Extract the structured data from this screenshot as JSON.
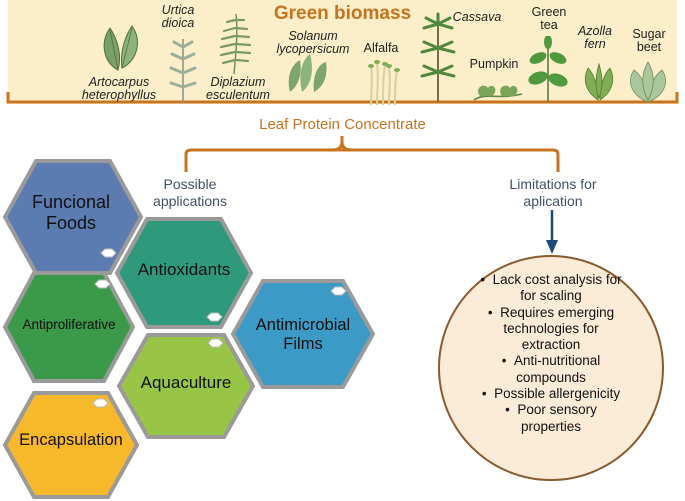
{
  "banner": {
    "title": "Green biomass",
    "plants": [
      {
        "name": "Artocarpus heterophyllus",
        "line1": "Artocarpus",
        "line2": "heterophyllus",
        "italic": true
      },
      {
        "name": "Urtica dioica",
        "line1": "Urtica",
        "line2": "dioica",
        "italic": true
      },
      {
        "name": "Diplazium esculentum",
        "line1": "Diplazium",
        "line2": "esculentum",
        "italic": true
      },
      {
        "name": "Solanum lycopersicum",
        "line1": "Solanum",
        "line2": "lycopersicum",
        "italic": true
      },
      {
        "name": "Alfalfa",
        "line1": "Alfalfa",
        "line2": "",
        "italic": false
      },
      {
        "name": "Cassava",
        "line1": "Cassava",
        "line2": "",
        "italic": true
      },
      {
        "name": "Pumpkin",
        "line1": "Pumpkin",
        "line2": "",
        "italic": false
      },
      {
        "name": "Green tea",
        "line1": "Green",
        "line2": "tea",
        "italic": false
      },
      {
        "name": "Azolla fern",
        "line1": "Azolla",
        "line2": "fern",
        "italic": true
      },
      {
        "name": "Sugar beet",
        "line1": "Sugar",
        "line2": "beet",
        "italic": false
      }
    ]
  },
  "center_label": "Leaf Protein Concentrate",
  "applications": {
    "heading_line1": "Possible",
    "heading_line2": "applications",
    "items": [
      {
        "line1": "Funcional",
        "line2": "Foods",
        "color": "#5b7bb1"
      },
      {
        "line1": "Antioxidants",
        "line2": "",
        "color": "#2e9a7b"
      },
      {
        "line1": "Antiproliferative",
        "line2": "",
        "color": "#3a9a49"
      },
      {
        "line1": "Antimicrobial",
        "line2": "Films",
        "color": "#3c9ac7"
      },
      {
        "line1": "Aquaculture",
        "line2": "",
        "color": "#98c546"
      },
      {
        "line1": "Encapsulation",
        "line2": "",
        "color": "#f7b82a"
      }
    ]
  },
  "limitations": {
    "heading_line1": "Limitations for",
    "heading_line2": "aplication",
    "items": [
      "Lack cost analysis for",
      "for scaling",
      "Requires emerging",
      "technologies for",
      "extraction",
      "Anti-nutritional",
      "compounds",
      "Possible allergenicity",
      "Poor sensory",
      "properties"
    ]
  },
  "colors": {
    "accent": "#c8741f",
    "banner_bg": "#fbeec8",
    "circle_bg": "#fcebd6",
    "heading_text": "#3f5068"
  }
}
